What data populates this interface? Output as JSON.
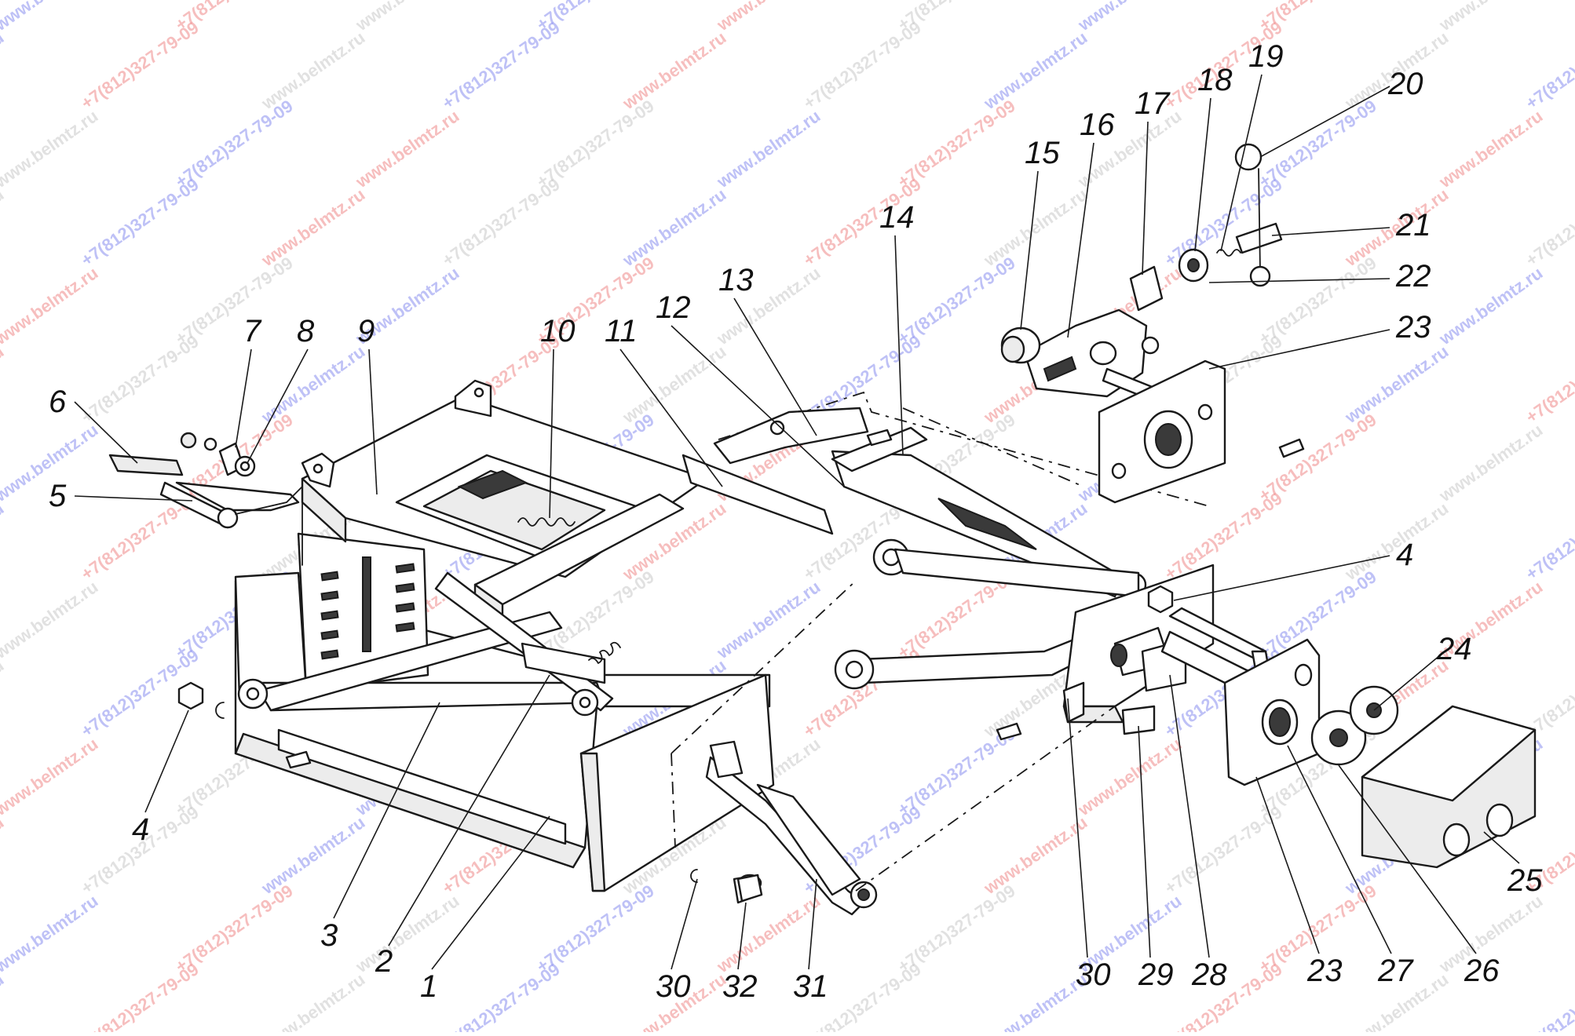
{
  "watermarks": {
    "site": "www.belmtz.ru",
    "phone": "+7(812)327-79-09"
  },
  "callouts": [
    {
      "id": "c1",
      "text": "1"
    },
    {
      "id": "c2",
      "text": "2"
    },
    {
      "id": "c3",
      "text": "3"
    },
    {
      "id": "c4a",
      "text": "4"
    },
    {
      "id": "c4b",
      "text": "4"
    },
    {
      "id": "c5",
      "text": "5"
    },
    {
      "id": "c6",
      "text": "6"
    },
    {
      "id": "c7",
      "text": "7"
    },
    {
      "id": "c8",
      "text": "8"
    },
    {
      "id": "c9",
      "text": "9"
    },
    {
      "id": "c10",
      "text": "10"
    },
    {
      "id": "c11",
      "text": "11"
    },
    {
      "id": "c12",
      "text": "12"
    },
    {
      "id": "c13",
      "text": "13"
    },
    {
      "id": "c14",
      "text": "14"
    },
    {
      "id": "c15",
      "text": "15"
    },
    {
      "id": "c16",
      "text": "16"
    },
    {
      "id": "c17",
      "text": "17"
    },
    {
      "id": "c18",
      "text": "18"
    },
    {
      "id": "c19",
      "text": "19"
    },
    {
      "id": "c20",
      "text": "20"
    },
    {
      "id": "c21",
      "text": "21"
    },
    {
      "id": "c22",
      "text": "22"
    },
    {
      "id": "c23a",
      "text": "23"
    },
    {
      "id": "c23b",
      "text": "23"
    },
    {
      "id": "c24",
      "text": "24"
    },
    {
      "id": "c25",
      "text": "25"
    },
    {
      "id": "c26",
      "text": "26"
    },
    {
      "id": "c27",
      "text": "27"
    },
    {
      "id": "c28",
      "text": "28"
    },
    {
      "id": "c29",
      "text": "29"
    },
    {
      "id": "c30a",
      "text": "30"
    },
    {
      "id": "c30b",
      "text": "30"
    },
    {
      "id": "c31",
      "text": "31"
    },
    {
      "id": "c32",
      "text": "32"
    }
  ]
}
